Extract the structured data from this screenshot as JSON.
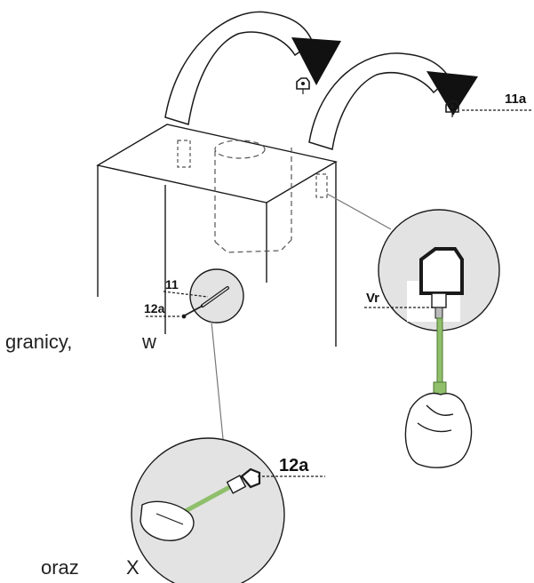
{
  "labels": {
    "part_11a": "11a",
    "part_11": "11",
    "part_12a_small": "12a",
    "part_12a_large": "12a",
    "part_vr": "Vr"
  },
  "text_fragments": {
    "granicy": "granicy,",
    "w": "w",
    "oraz": "oraz",
    "x": "X"
  },
  "colors": {
    "line": "#1a1a1a",
    "dashed": "#555555",
    "lens_fill": "#e3e3e3",
    "screwdriver": "#8fbf6a",
    "arrow": "#111111"
  }
}
